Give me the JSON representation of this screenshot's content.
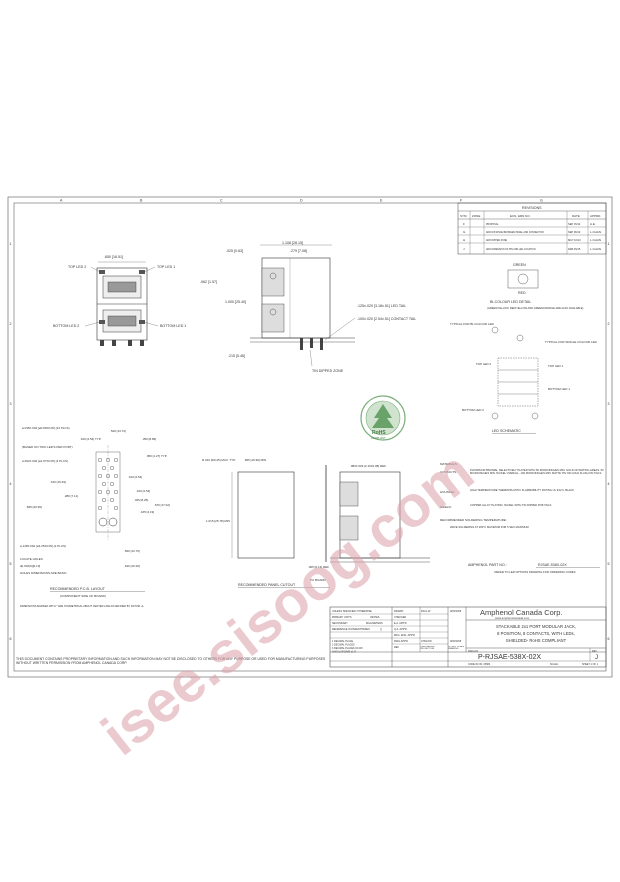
{
  "watermark": {
    "text": "isee.sisoog.com"
  },
  "border": {
    "top_letters": [
      "A",
      "B",
      "C",
      "D",
      "E",
      "F",
      "G"
    ],
    "side_numbers": [
      "1",
      "2",
      "3",
      "4",
      "5",
      "6"
    ]
  },
  "revisions": {
    "title": "REVISIONS",
    "headers": [
      "SYM",
      "ZONE",
      "ECN, ERN NO.",
      "DATE",
      "APPRD."
    ],
    "rows": [
      {
        "sym": "F",
        "desc": "PROPOSAL",
        "date": "SEP 15/12",
        "appr": "A.E."
      },
      {
        "sym": "G",
        "desc": "ADD DISTANCE BETWEEN PANEL AND CONNECTOR",
        "date": "SEP 06/13",
        "appr": "L.CHAN"
      },
      {
        "sym": "H",
        "desc": "ADD DIPPED ZONE",
        "date": "MAY 10/13",
        "appr": "L.CHAN"
      },
      {
        "sym": "J",
        "desc": "ADD DIMENSION OF PIN AND LED LOCATION",
        "date": "FEB.25/15",
        "appr": "L.CHAN"
      }
    ]
  },
  "front_view": {
    "dim_top": ".650 [16.51]",
    "top_led_1": "TOP LED 1",
    "top_led_2": "TOP LED 2",
    "bottom_led_1": "BOTTOM LED 1",
    "bottom_led_2": "BOTTOM LED 2"
  },
  "side_view": {
    "dim_1": "1.108 [28.15]",
    "dim_2": ".279 [7.08]",
    "dim_3": ".025 [0.63]",
    "dim_4": ".062 [1.57]",
    "dim_5": "1.000 [25.40]",
    "dim_6": ".215 [5.46]",
    "led_tail": ".125±.020 [3.18±.51] LED TAIL",
    "contact_tail": ".100±.020 [2.54±.51] CONTACT TAIL",
    "tin_dipped": "TIN DIPPED ZONE"
  },
  "led_detail": {
    "green": "GREEN",
    "red": "RED",
    "title": "BI-COLOUR LED DETAIL",
    "desc": "(GREEN/YELLOW, RED/YELLOW AND GREEN/ORANGE ARE ALSO AVAILABLE)",
    "typical_bi": "TYPICAL FOR BI-COLOUR LED",
    "typical_single": "TYPICAL FOR SINGLE COLOUR LED",
    "schematic_title": "LED SCHEMATIC",
    "top_led_1": "TOP LED 1",
    "top_led_2": "TOP LED 2",
    "bottom_led_1": "BOTTOM LED 1",
    "bottom_led_2": "BOTTOM LED 2"
  },
  "pcb_layout": {
    "title": "RECOMMENDED P.C.B. LAYOUT",
    "subtitle": "(COMPONENT SIDE OF BOARD)",
    "dims": {
      "d1": "ø.035±.002 [ø0.89±0.05] (24 PLCS)",
      "d2": "(BASED ON TWO LED'S PER PORT)",
      "d3": "ø.062±.002 [ø1.57±0.05] (4 PLCS)",
      "d4": ".100 [2.54] TYP.",
      "d5": ".540 [13.72]",
      "d6": ".350 [8.89]",
      "d7": ".050 [1.27] TYP.",
      "d8": ".100 [2.54]",
      "d9": ".100 [2.54]",
      "d10": ".325 [8.25]",
      "d11": ".670 [17.02]",
      "d12": ".165 [4.19]",
      "d13": ".610 [15.49]",
      "d14": ".280 [7.11]",
      "d15": ".825 [20.95]",
      "d16": "ø.128±.002 [ø3.25±0.05] (2 PLCS)",
      "d17": ".500 [12.70]",
      "d18": ".640 [16.26]",
      "locate_holes": "LOCATE HOLES",
      "tol": "⊕|.002|S|[0.13]",
      "basic": "HOLES DIMENSIONS ARE BASIC"
    },
    "note": "DIMENSIONS MARKED WITH * ARE SYMMETRICAL ABOUT CENTER LINE AS DEFINED BY DATUM -A-"
  },
  "panel_cutout": {
    "title": "RECOMMENDED PANEL CUTOUT",
    "d1": "R.010 [R0.25] MAX. TYP.",
    "d2": ".665 [16.90] MIN.",
    "d3": "1.015 [25.78] MIN.",
    "d4": ".083±.003 [2.10±0.08] REF.",
    "d5": ".005 [0.13] REF.",
    "pc_board": "PC BOARD"
  },
  "materials": {
    "title": "MATERIALS:",
    "contacts_label": "CONTACTS:",
    "contacts": "PHOSPHOR BRONZE, SELECTIVELY PLATED WITH 50 MICROINCHES MIN. GOLD ON MATING AREAS. 50 MICROINCHES MIN. NICKEL OVERALL. 100 MICROINCHES MIN. MATTE TIN OR GOLD FLASH ON TAILS.",
    "housing_label": "HOUSING:",
    "housing": "HIGH TEMPERATURE THERMOPLASTIC FLAMMABILITY RATING UL 94V-0, BLACK",
    "shield_label": "SHIELD:",
    "shield": "COPPER ALLOY PLATING: NICKEL WITH TIN DIPPED PCB TAILS.",
    "solder_title": "RECOMMENDED SOLDERING TEMPERATURE:",
    "solder": "WAVE SOLDERING AT 260°C MAXIMUM FOR 5 SEC MAXIMUM"
  },
  "part_no": {
    "label": "AMPHENOL PART NO.:",
    "value": "RJSAE-538X-02X",
    "note": "REFER TO LED OPTIONS DRAWING FOR ORDERING CODES"
  },
  "rohs": {
    "line1": "RoHS",
    "line2": "COMPLIANT"
  },
  "title_block": {
    "company": "Amphenol Canada Corp.",
    "web": "www.amphenolcanada.com",
    "description_lines": [
      "STACKABLE 2x1 PORT MODULAR JACK,",
      "8 POSITION, 8 CONTACTS, WITH LEDs,",
      "SHIELDED- RoHS COMPLIANT"
    ],
    "dwg_no": "P-RJSAE-538X-02X",
    "rev": "J",
    "unless": "UNLESS SPECIFIED OTHERWISE",
    "primary": "PRIMARY UNITS",
    "primary_val": "INCHES",
    "secondary": "SECONDARY",
    "secondary_val": "MILLIMETERS",
    "ref_paren": "REFERENCE IN PARENTHESES",
    "ref_val": "[ ]",
    "decimal1": "1 DECIMAL PLACE",
    "decimal2": "2 DECIMAL PLACES",
    "decimal3": "3 DECIMAL PLACES  ±0.015",
    "angular": "ANGULAR DIMS  ±1.5°",
    "drawn": "DRAWN",
    "drawn_by": "PAUL.W",
    "drawn_date": "APR/10/08",
    "checked": "CHECKED",
    "ea_appd": "E.A. APP'D",
    "qa_appd": "Q.A. APP'D",
    "mfg": "MFG. ENG. APP'D",
    "dwg_appd": "DWG APP'D",
    "dwg_appd_by": "CHIGOW",
    "ref": "REF",
    "third_angle": "THIRD ANGLE PROJECTION",
    "do_not_scale": "DO NOT SCALE DRAWING",
    "code_id": "CODE ID NO. 03584",
    "dwg_label": "DWG NO.",
    "scale": "SCALE",
    "sheet": "SHEET 1 OF 1",
    "rev_label": "REV"
  },
  "disclaimer": "THIS DOCUMENT CONTAINS PROPRIETARY INFORMATION AND SUCH INFORMATION MAY NOT BE DISCLOSED TO OTHERS FOR ANY PURPOSE OR USED FOR MANUFACTURING PURPOSES WITHOUT WRITTEN PERMISSION FROM AMPHENOL CANADA CORP."
}
